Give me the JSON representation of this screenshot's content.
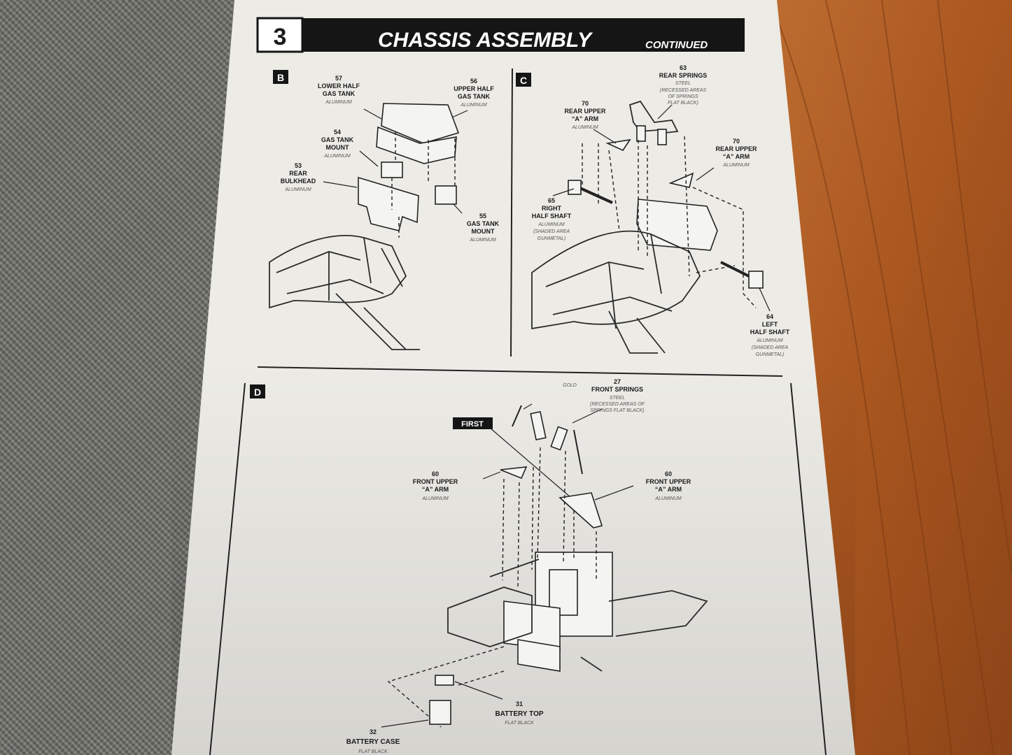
{
  "header": {
    "step_number": "3",
    "title": "CHASSIS ASSEMBLY",
    "subtitle": "CONTINUED"
  },
  "panels": {
    "b": {
      "tag": "B"
    },
    "c": {
      "tag": "C"
    },
    "d": {
      "tag": "D"
    }
  },
  "callouts": {
    "p57": {
      "num": "57",
      "name1": "LOWER HALF",
      "name2": "GAS TANK",
      "material": "ALUMINUM"
    },
    "p56": {
      "num": "56",
      "name1": "UPPER HALF",
      "name2": "GAS TANK",
      "material": "ALUMINUM"
    },
    "p54": {
      "num": "54",
      "name1": "GAS TANK",
      "name2": "MOUNT",
      "material": "ALUMINUM"
    },
    "p53": {
      "num": "53",
      "name1": "REAR",
      "name2": "BULKHEAD",
      "material": "ALUMINUM"
    },
    "p55": {
      "num": "55",
      "name1": "GAS TANK",
      "name2": "MOUNT",
      "material": "ALUMINUM"
    },
    "p63": {
      "num": "63",
      "name1": "REAR SPRINGS",
      "material1": "STEEL",
      "material2": "(RECESSED AREAS",
      "material3": "OF SPRINGS",
      "material4": "FLAT BLACK)"
    },
    "p70a": {
      "num": "70",
      "name1": "REAR UPPER",
      "name2": "“A” ARM",
      "material": "ALUMINUM"
    },
    "p70b": {
      "num": "70",
      "name1": "REAR UPPER",
      "name2": "“A” ARM",
      "material": "ALUMINUM"
    },
    "p65": {
      "num": "65",
      "name1": "RIGHT",
      "name2": "HALF SHAFT",
      "material1": "ALUMINUM",
      "material2": "(SHADED AREA",
      "material3": "GUNMETAL)"
    },
    "p64": {
      "num": "64",
      "name1": "LEFT",
      "name2": "HALF SHAFT",
      "material1": "ALUMINUM",
      "material2": "(SHADED AREA",
      "material3": "GUNMETAL)"
    },
    "p27": {
      "gold": "GOLD",
      "num": "27",
      "name1": "FRONT SPRINGS",
      "material1": "STEEL",
      "material2": "(RECESSED AREAS OF",
      "material3": "SPRINGS FLAT BLACK)"
    },
    "first": {
      "label": "FIRST"
    },
    "p60a": {
      "num": "60",
      "name1": "FRONT UPPER",
      "name2": "“A” ARM",
      "material": "ALUMINUM"
    },
    "p60b": {
      "num": "60",
      "name1": "FRONT UPPER",
      "name2": "“A” ARM",
      "material": "ALUMINUM"
    },
    "p31": {
      "num": "31",
      "name1": "BATTERY TOP",
      "material": "FLAT BLACK"
    },
    "p32": {
      "num": "32",
      "name1": "BATTERY CASE",
      "material": "FLAT BLACK"
    }
  },
  "colors": {
    "paper": "#ecebe6",
    "ink": "#1a1a1a",
    "header_bar": "#151515",
    "wood": "#b5642a",
    "carpet": "#75756f"
  }
}
